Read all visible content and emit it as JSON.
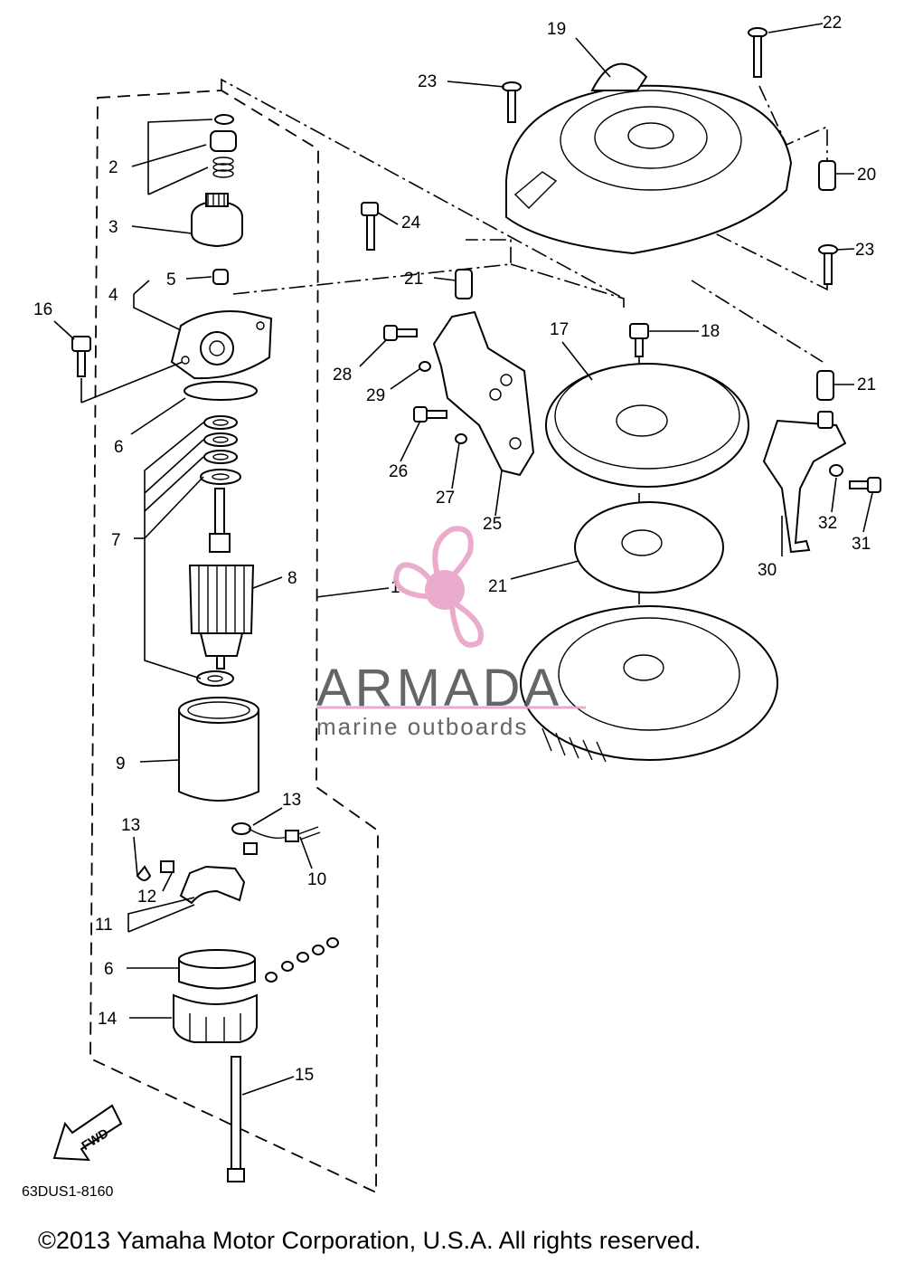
{
  "diagram": {
    "code": "63DUS1-8160",
    "copyright": "©2013 Yamaha Motor Corporation, U.S.A. All rights reserved.",
    "fwd_label": "FWD"
  },
  "watermark": {
    "brand": "ARMADA",
    "tagline": "marine outboards",
    "accent_color": "#e8a3c8"
  },
  "callouts": [
    "1",
    "2",
    "3",
    "4",
    "5",
    "6",
    "6",
    "7",
    "8",
    "9",
    "10",
    "11",
    "12",
    "13",
    "13",
    "14",
    "15",
    "16",
    "17",
    "18",
    "19",
    "20",
    "21",
    "21",
    "21",
    "22",
    "23",
    "23",
    "24",
    "25",
    "26",
    "27",
    "28",
    "29",
    "30",
    "31",
    "32"
  ]
}
